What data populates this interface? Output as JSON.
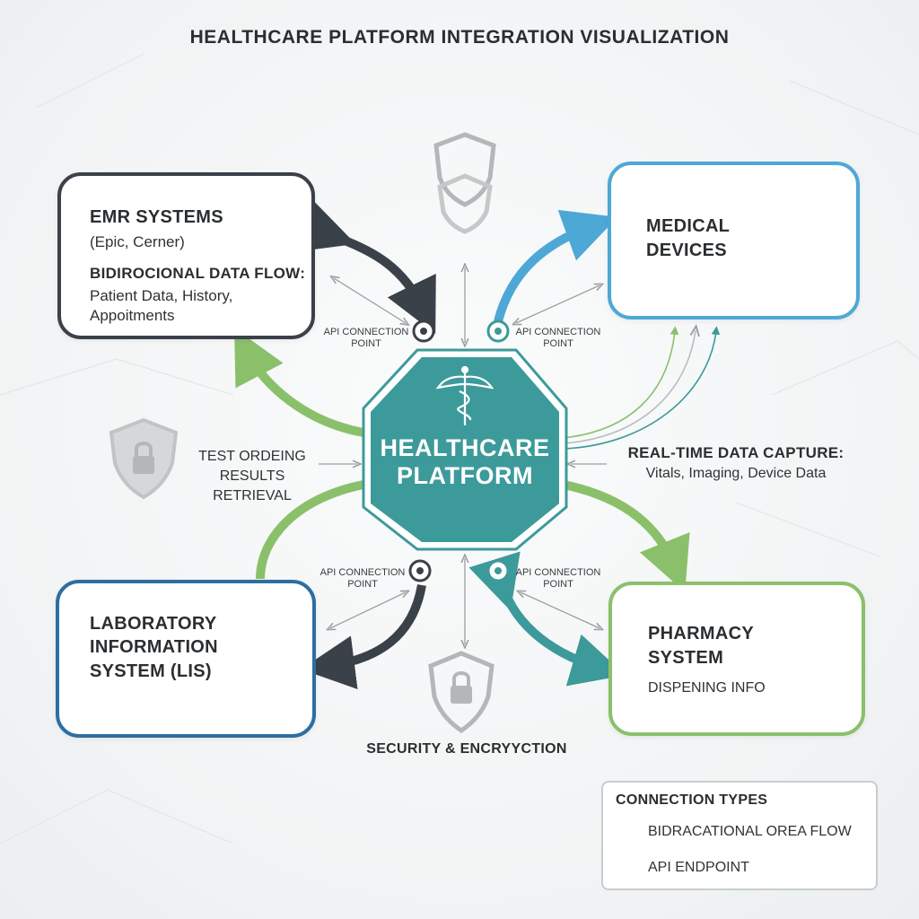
{
  "title": "HEALTHCARE PLATFORM INTEGRATION VISUALIZATION",
  "center": {
    "line1": "HEALTHCARE",
    "line2": "PLATFORM",
    "icon": "caduceus-icon"
  },
  "emr": {
    "title": "EMR SYSTEMS",
    "subtitle": "(Epic, Cerner)",
    "flow_label": "BIDIROCIONAL DATA FLOW:",
    "flow_line1": "Patient Data, History,",
    "flow_line2": "Appoitments"
  },
  "medical": {
    "line1": "MEDICAL",
    "line2": "DEVICES",
    "icon": "medical-devices-icon"
  },
  "lis": {
    "line1": "LABORATORY",
    "line2": "INFORMATION",
    "line3": "SYSTEM (LIS)",
    "icon": "microscope-icon"
  },
  "pharmacy": {
    "line1": "PHARMACY",
    "line2": "SYSTEM",
    "detail": "DISPENING INFO",
    "icon": "mortar-pestle-icon"
  },
  "api_points": {
    "top_left": {
      "line1": "API CONNECTION",
      "line2": "POINT"
    },
    "top_right": {
      "line1": "API CONNECTION",
      "line2": "POINT"
    },
    "bottom_left": {
      "line1": "API CONNECTION",
      "line2": "POINT"
    },
    "bottom_right": {
      "line1": "API CONNECTION",
      "line2": "POINT"
    }
  },
  "lab_flow": {
    "line1": "TEST ORDEING",
    "line2": "RESULTS RETRIEVAL"
  },
  "realtime": {
    "heading": "REAL-TIME DATA CAPTURE:",
    "detail": "Vitals, Imaging, Device Data"
  },
  "security": {
    "label": "SECURITY & ENCRYYCTION",
    "icons": [
      "shield-icon",
      "shield-lock-icon"
    ]
  },
  "legend": {
    "title": "CONNECTION TYPES",
    "items": [
      {
        "icon": "bidirectional-arrows-icon",
        "label": "BIDRACATIONAL OREA FLOW"
      },
      {
        "icon": "shield-lock-icon",
        "label": "API ENDPOINT"
      }
    ]
  },
  "colors": {
    "platform": "#3d9a9a",
    "emr_border": "#3a4149",
    "medical_border": "#4ea8d6",
    "lis_border": "#2d6ea1",
    "pharmacy_border": "#8bc06b",
    "arrow_dark": "#3a4149",
    "arrow_green": "#8bc06b",
    "arrow_blue": "#4ea8d6",
    "arrow_teal": "#3d9a9a"
  }
}
